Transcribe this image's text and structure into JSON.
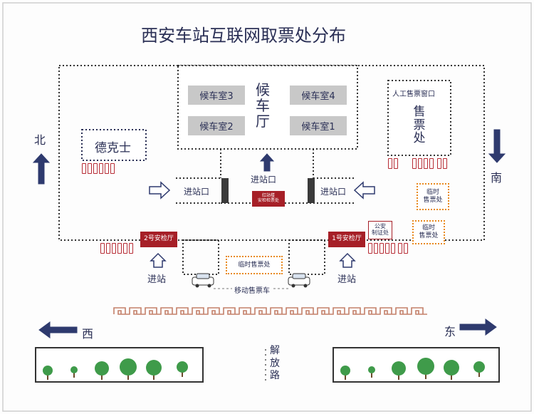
{
  "title": "西安车站互联网取票处分布",
  "waiting_rooms": {
    "main_label": "候车厅",
    "rooms": [
      "候车室3",
      "候车室4",
      "候车室2",
      "候车室1"
    ]
  },
  "service": {
    "window_label": "人工售票窗口",
    "office_label": "售票处"
  },
  "german_kfc": "德克士",
  "entrances": {
    "center": "进站口",
    "left": "进站口",
    "right": "进站口",
    "bottom_left": "进站",
    "bottom_right": "进站"
  },
  "red_booths": {
    "center": "红站楼 安检检票处",
    "hall2": "2号安检厅",
    "hall1": "1号安检厅",
    "police": "公安 制证处"
  },
  "temp_ticket": {
    "top_right": "临时 售票处",
    "mid_right": "临时 售票处",
    "bottom": "临时售票处"
  },
  "mobile_vehicle": "移动售票车",
  "directions": {
    "north": "北",
    "south": "南",
    "west": "西",
    "east": "东"
  },
  "road": "解放路",
  "colors": {
    "accent_red": "#a61f27",
    "temp_orange": "#e8891e",
    "arrow_blue": "#2e3a6e",
    "tree_green": "#3f9b4a"
  }
}
